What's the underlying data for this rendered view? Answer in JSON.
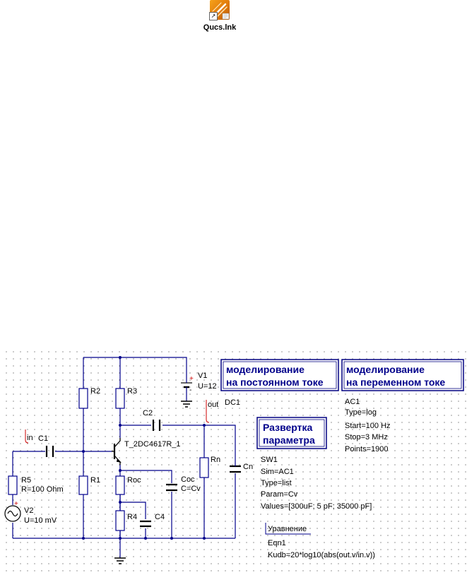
{
  "desktop": {
    "shortcut_label": "Qucs.lnk",
    "shortcut_icon": "qucs-app-icon",
    "shortcut_overlay": "↗"
  },
  "schematic": {
    "components": {
      "r2": "R2",
      "r3": "R3",
      "r1": "R1",
      "r4": "R4",
      "r5": "R5",
      "r5_value": "R=100 Ohm",
      "roc": "Roc",
      "rn": "Rn",
      "c1": "C1",
      "c2": "C2",
      "c4": "C4",
      "cn": "Cn",
      "coc": "Coc",
      "coc_value": "C=Cv",
      "transistor": "T_2DC4617R_1",
      "v1": "V1",
      "v1_value": "U=12",
      "v2": "V2",
      "v2_value": "U=10 mV",
      "label_in": "in",
      "label_out": "out",
      "plus": "+",
      "minus": "-"
    },
    "dc_box": {
      "line1": "моделирование",
      "line2": "на постоянном токе"
    },
    "ac_box": {
      "line1": "моделирование",
      "line2": "на переменном токе"
    },
    "sweep_box": {
      "line1": "Развертка",
      "line2": "параметра"
    },
    "dc_sim": {
      "name": "DC1"
    },
    "ac_sim": {
      "name": "AC1",
      "type": "Type=log",
      "start": "Start=100 Hz",
      "stop": "Stop=3 MHz",
      "points": "Points=1900"
    },
    "sweep": {
      "name": "SW1",
      "sim": "Sim=AC1",
      "type": "Type=list",
      "param": "Param=Cv",
      "values": "Values=[300uF; 5 pF; 35000 pF]"
    },
    "equation": {
      "title": "Уравнение",
      "name": "Eqn1",
      "expr": "Kudb=20*log10(abs(out.v/in.v))"
    },
    "colors": {
      "wire": "#00008b",
      "box_border": "#000080",
      "label_red": "#cc0000",
      "icon": "#f39a1a"
    }
  }
}
